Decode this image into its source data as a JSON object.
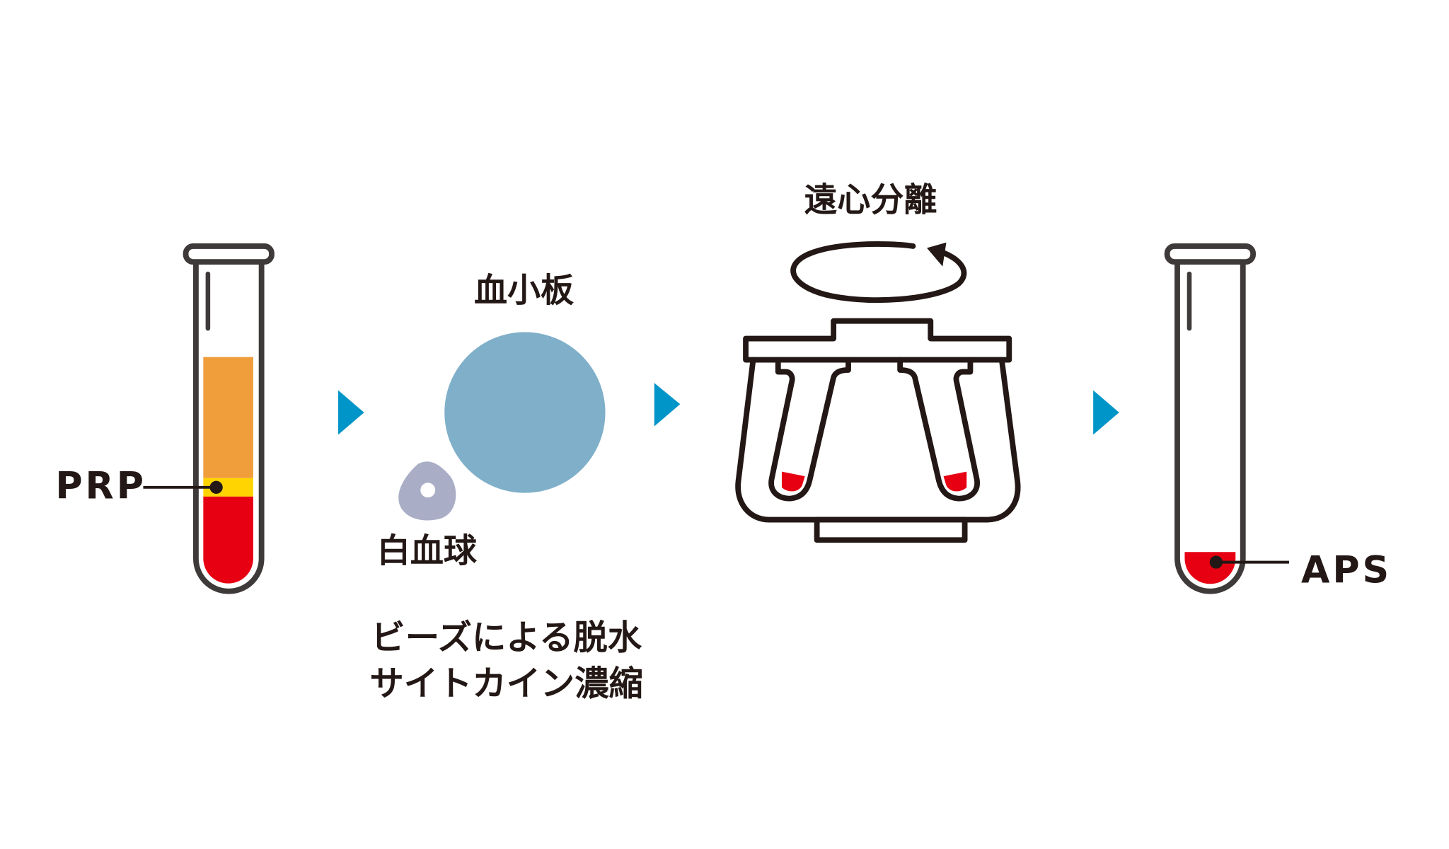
{
  "labels": {
    "prp": "PRP",
    "platelet": "血小板",
    "white_blood_cell": "白血球",
    "step_text_line1": "ビーズによる脱水",
    "step_text_line2": "サイトカイン濃縮",
    "centrifuge": "遠心分離",
    "aps": "APS"
  },
  "colors": {
    "arrow": "#0095c8",
    "plasma": "#f09d3c",
    "buffy_coat": "#ffd400",
    "blood": "#e60012",
    "platelet": "#7fafc9",
    "white_blood_cell": "#a9aec6",
    "outline": "#231815"
  }
}
